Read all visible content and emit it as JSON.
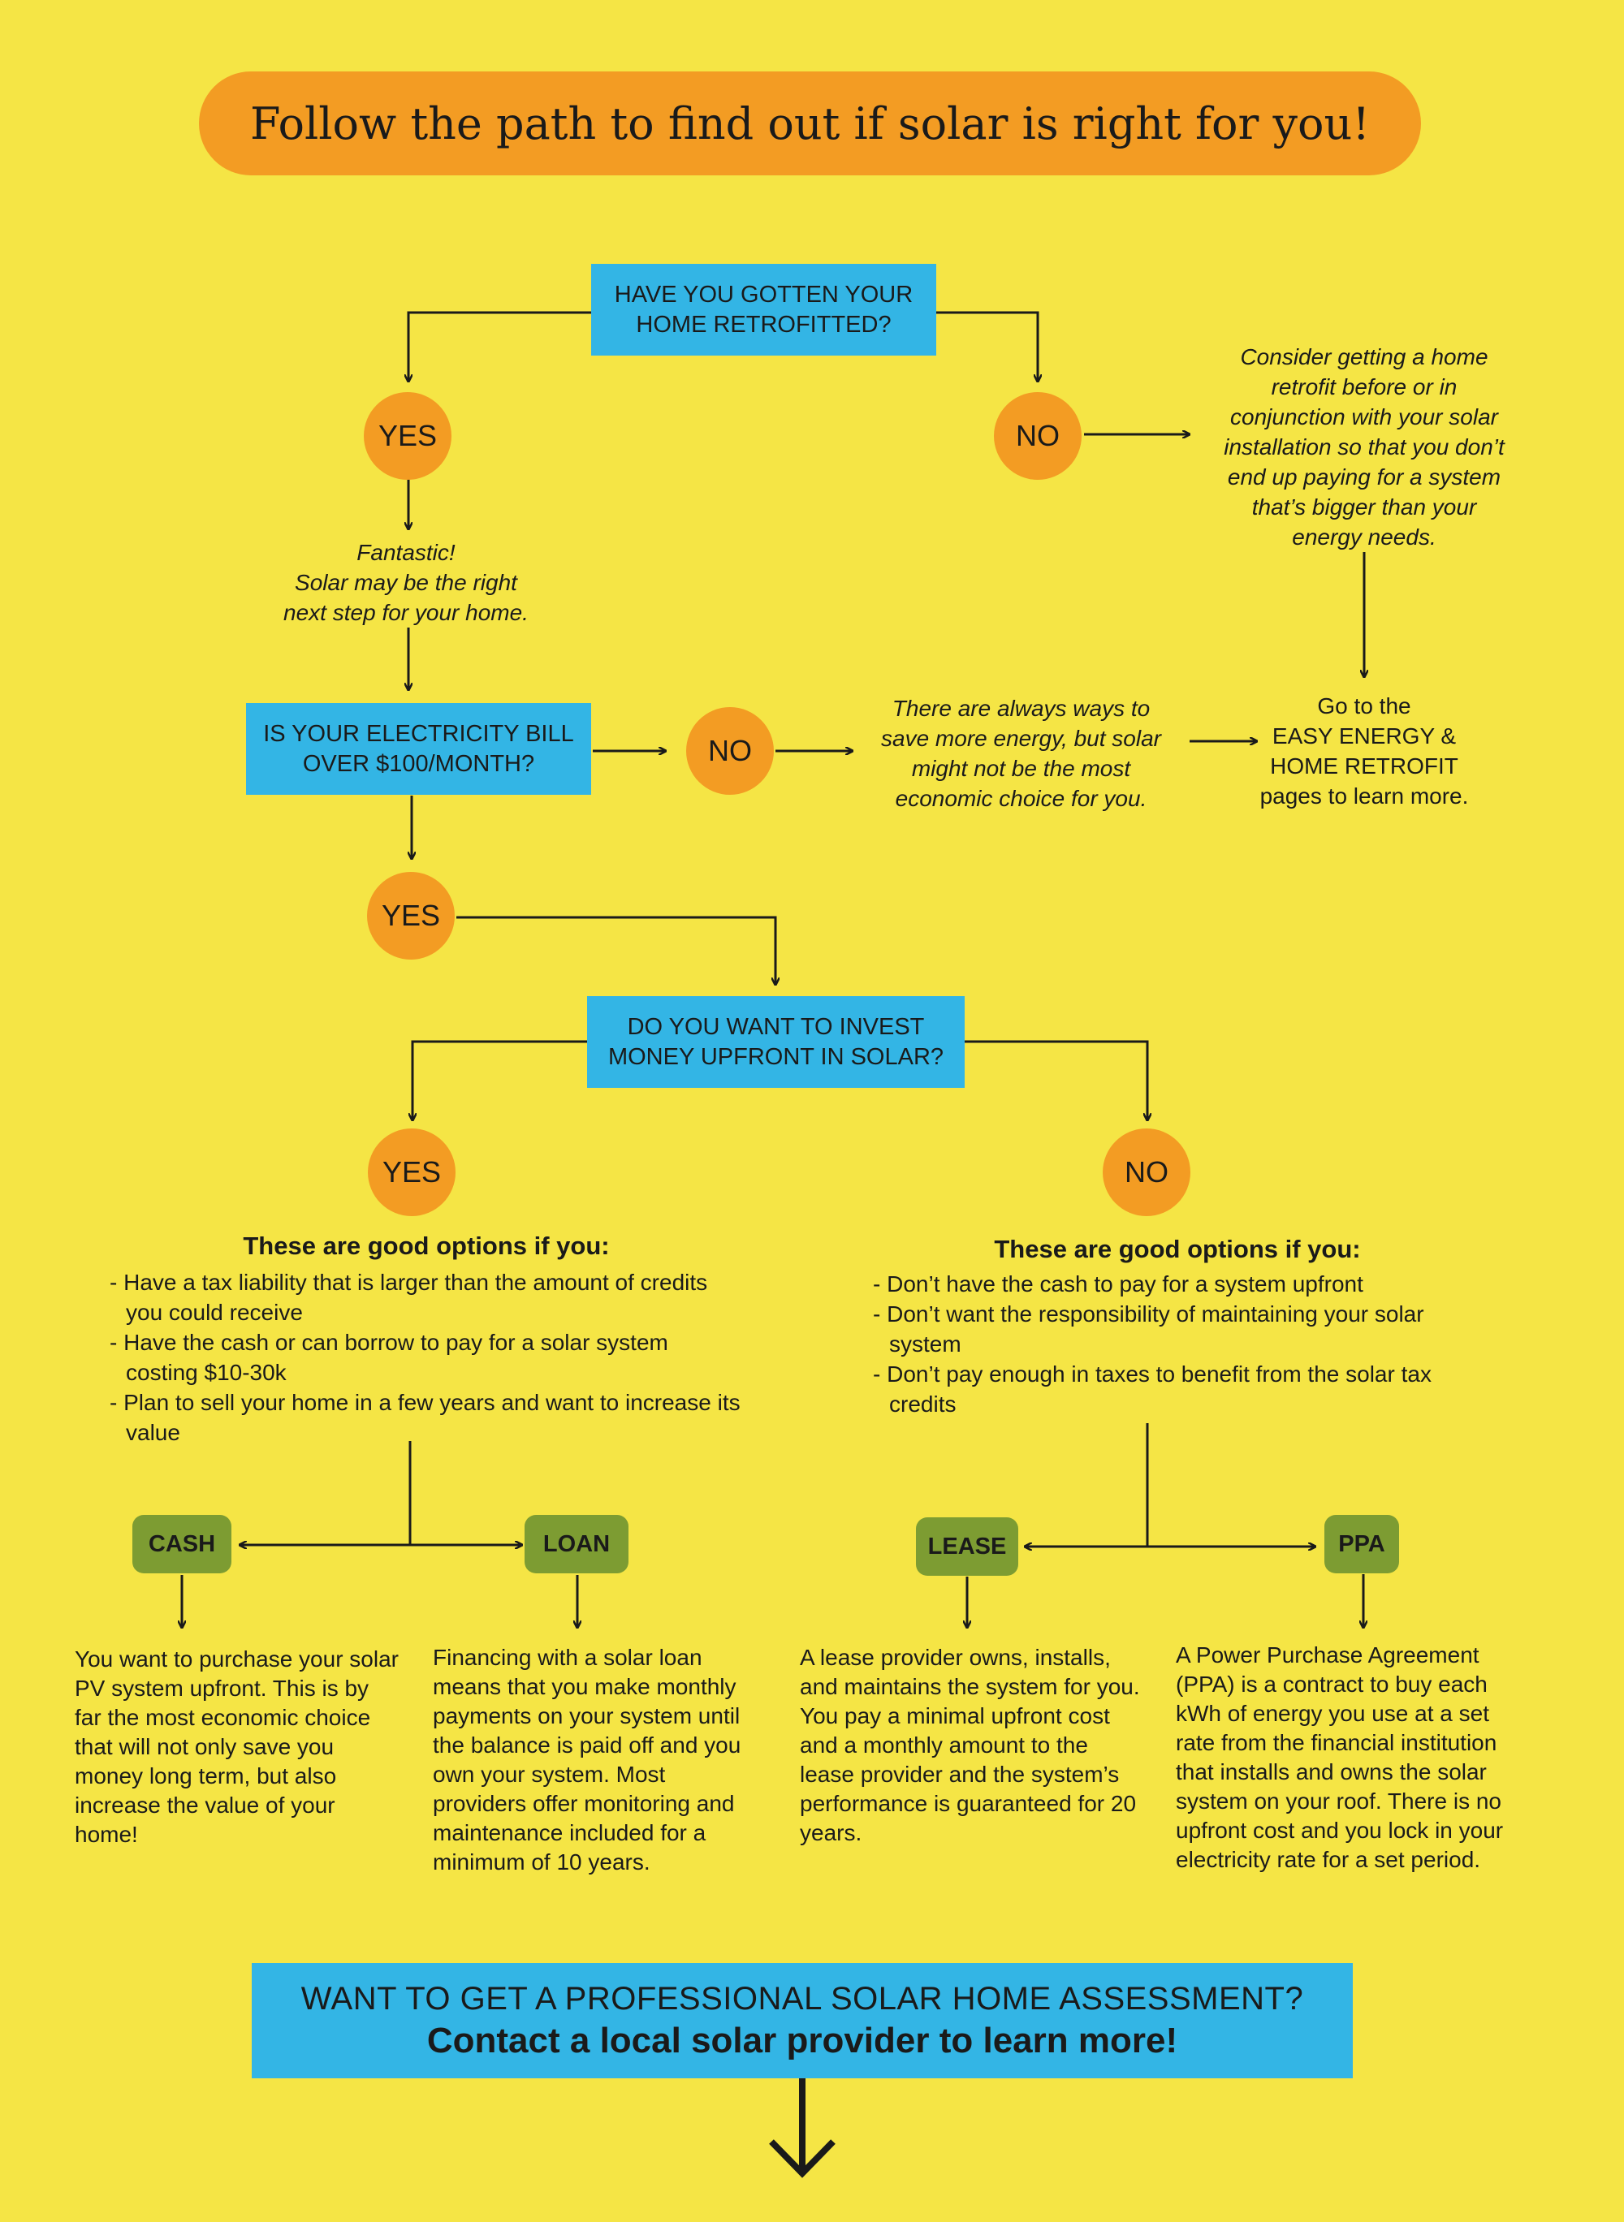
{
  "title": "Follow the path to find out if solar is right for you!",
  "q1": {
    "text": "HAVE YOU GOTTEN YOUR\nHOME RETROFITTED?"
  },
  "q1_yes": "YES",
  "q1_no": "NO",
  "q1_yes_text": "Fantastic!\nSolar may be the right\nnext step for your home.",
  "q1_no_text": "Consider getting a home\nretrofit before or in\nconjunction with your solar\ninstallation so that you don’t\nend up paying for a system\nthat’s bigger than your\nenergy needs.",
  "q2": {
    "text": "IS YOUR ELECTRICITY BILL\nOVER $100/MONTH?"
  },
  "q2_no": "NO",
  "q2_no_text": "There are always ways to\nsave more energy, but solar\nmight not be the most\neconomic choice for you.",
  "go_to_text": "Go to the\nEASY ENERGY &\nHOME RETROFIT\npages to learn more.",
  "q2_yes": "YES",
  "q3": {
    "text": "DO YOU WANT TO INVEST\nMONEY UPFRONT IN SOLAR?"
  },
  "q3_yes": "YES",
  "q3_no": "NO",
  "left_options": {
    "heading": "These are good options if you:",
    "items": [
      "Have a tax liability that is larger than the amount of credits you could receive",
      "Have the cash or can borrow to pay for a solar system costing $10-30k",
      "Plan to sell your home in a few years and want to increase its value"
    ]
  },
  "right_options": {
    "heading": "These are good options if you:",
    "items": [
      "Don’t have the cash to pay for a system upfront",
      "Don’t want the responsibility of maintaining your solar system",
      "Don’t pay enough in taxes to benefit from the solar tax credits"
    ]
  },
  "cash": {
    "label": "CASH",
    "description": "You want to purchase your solar PV system upfront. This is by far the most economic choice that will not only save you money long term, but also increase the value of your home!"
  },
  "loan": {
    "label": "LOAN",
    "description": "Financing with a solar loan means that you make monthly payments on your system until the balance is paid off and you own your system.  Most providers offer monitoring and maintenance included for a minimum of 10 years."
  },
  "lease": {
    "label": "LEASE",
    "description": "A lease provider owns, installs, and maintains the system for you.  You pay a minimal upfront cost and a monthly amount to the lease provider and the system’s performance is guaranteed for 20 years."
  },
  "ppa": {
    "label": "PPA",
    "description": "A Power Purchase Agreement (PPA) is a contract to buy each kWh of energy you use at a set rate from the financial institution that installs and owns the solar system on your roof.  There is no upfront cost and you lock in your electricity rate for a set period."
  },
  "cta": {
    "line1": "WANT TO GET A PROFESSIONAL SOLAR HOME ASSESSMENT?",
    "line2": "Contact a local solar provider to learn more!"
  },
  "colors": {
    "background": "#f5e545",
    "orange": "#f39c23",
    "blue": "#33b5e5",
    "green": "#7d9c32",
    "text": "#1a1a1a"
  }
}
